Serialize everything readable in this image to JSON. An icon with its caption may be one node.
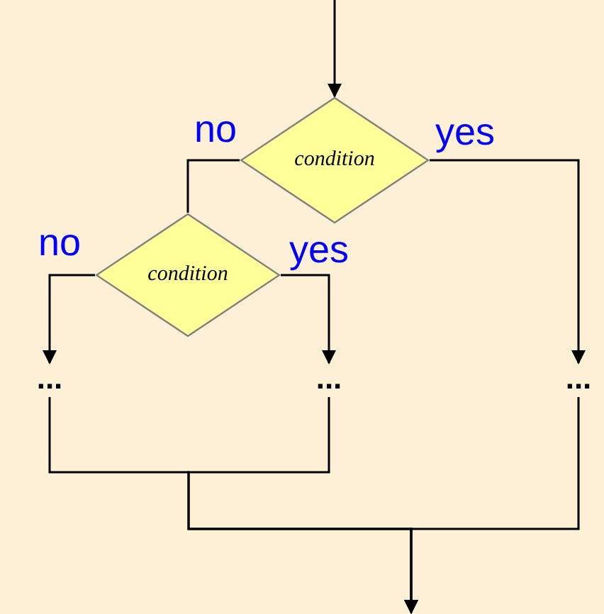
{
  "diagram": {
    "nodes": [
      {
        "text": [
          "condition"
        ]
      },
      {
        "text": [
          "condition"
        ]
      },
      {
        "text": [
          "..."
        ]
      },
      {
        "text": [
          "..."
        ]
      },
      {
        "text": [
          "..."
        ]
      }
    ],
    "edges": [
      {
        "from": null,
        "to": 0,
        "arrow": "to"
      },
      {
        "from": 0,
        "to": 1,
        "arrow": "none",
        "label": "no"
      },
      {
        "from": 0,
        "to": 4,
        "arrow": "to",
        "label": "yes"
      },
      {
        "from": 1,
        "to": 2,
        "arrow": "to",
        "label": "no"
      },
      {
        "from": 1,
        "to": 3,
        "arrow": "to",
        "label": "yes"
      },
      {
        "from": 2,
        "to": null,
        "arrow": "to"
      },
      {
        "from": 3,
        "to": null,
        "arrow": "to"
      },
      {
        "from": 4,
        "to": null,
        "arrow": "to"
      }
    ]
  }
}
